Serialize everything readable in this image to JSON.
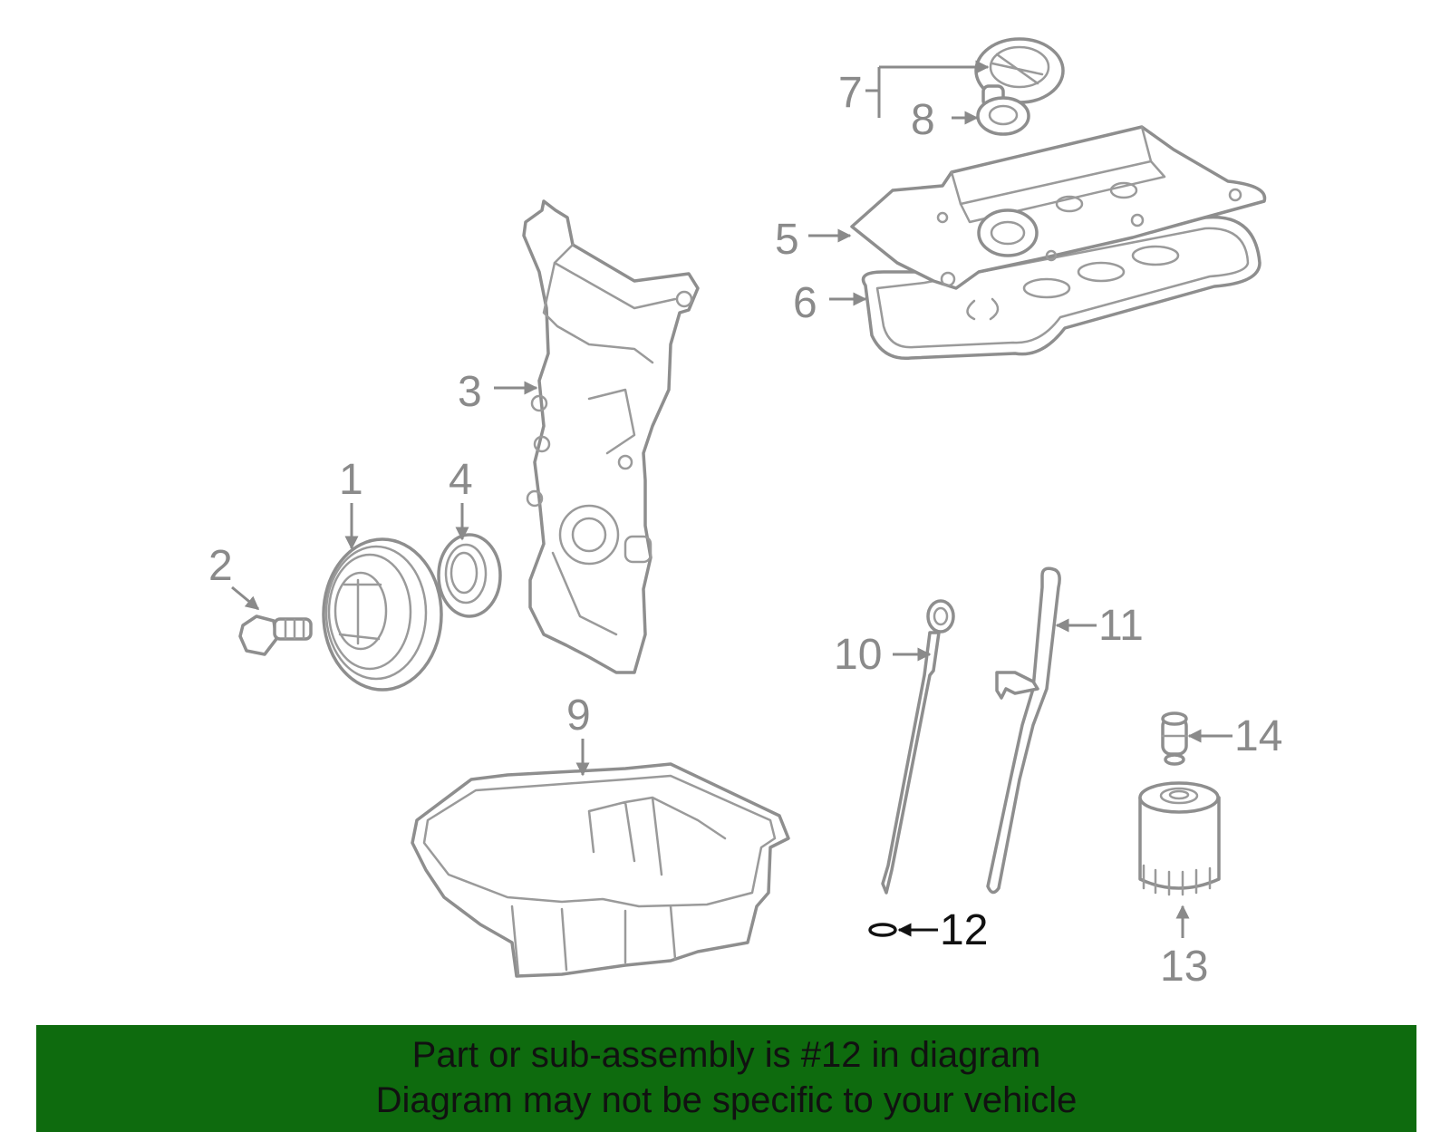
{
  "diagram": {
    "labels": [
      {
        "id": "1",
        "text": "1"
      },
      {
        "id": "2",
        "text": "2"
      },
      {
        "id": "3",
        "text": "3"
      },
      {
        "id": "4",
        "text": "4"
      },
      {
        "id": "5",
        "text": "5"
      },
      {
        "id": "6",
        "text": "6"
      },
      {
        "id": "7",
        "text": "7"
      },
      {
        "id": "8",
        "text": "8"
      },
      {
        "id": "9",
        "text": "9"
      },
      {
        "id": "10",
        "text": "10"
      },
      {
        "id": "11",
        "text": "11"
      },
      {
        "id": "12",
        "text": "12"
      },
      {
        "id": "13",
        "text": "13"
      },
      {
        "id": "14",
        "text": "14"
      }
    ],
    "highlighted_part": "12",
    "colors": {
      "line": "#8e8e8e",
      "highlight": "#111111",
      "banner_bg": "#0e6b0e"
    }
  },
  "banner": {
    "line1": "Part or sub-assembly is #12 in diagram",
    "line2": "Diagram may not be specific to your vehicle"
  }
}
